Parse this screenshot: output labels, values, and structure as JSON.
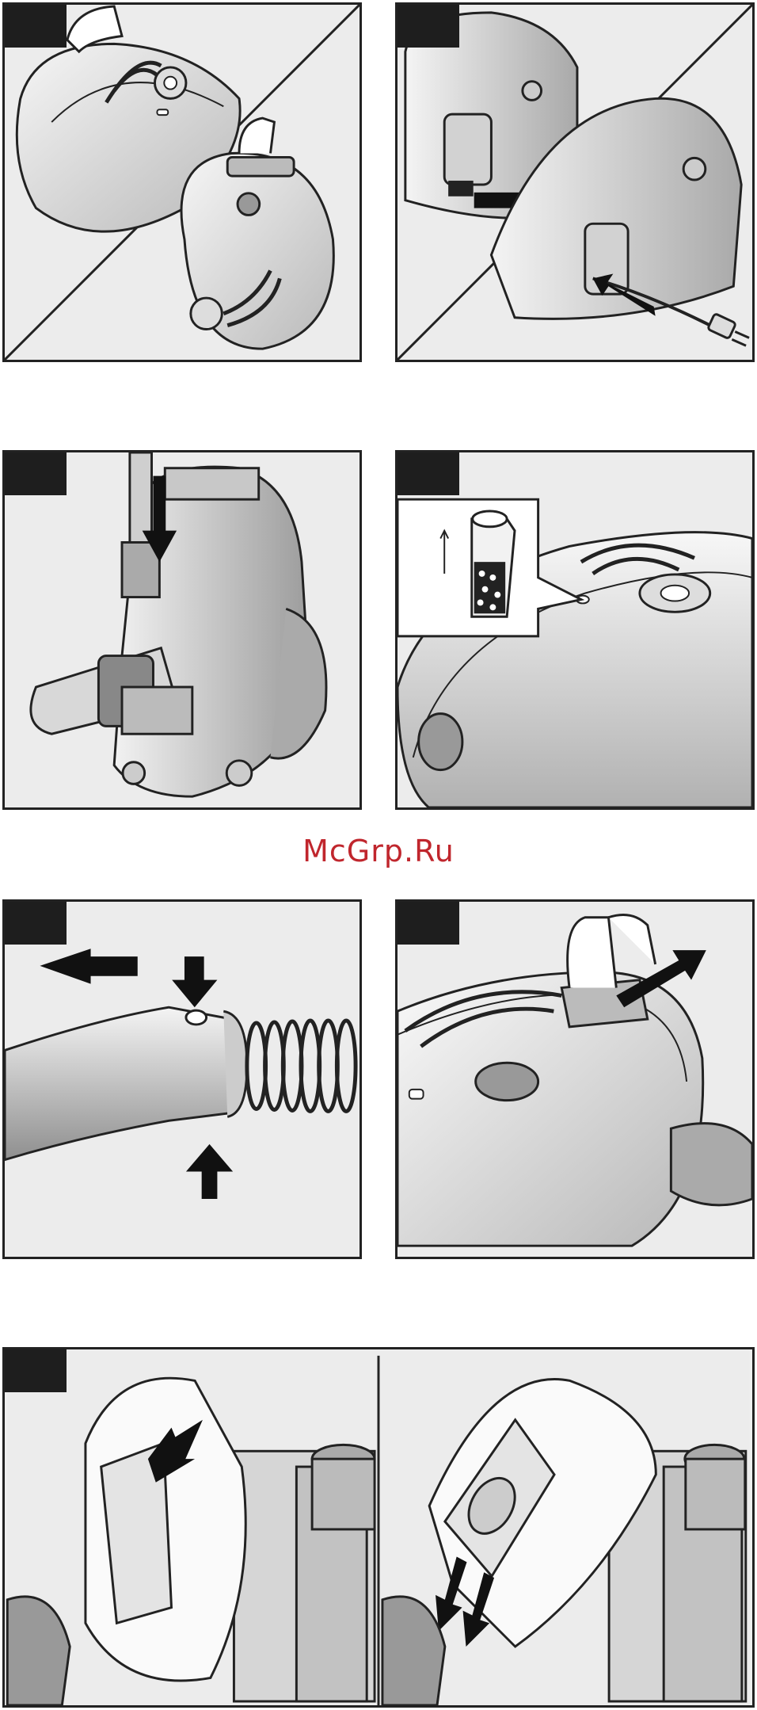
{
  "watermark": {
    "text": "McGrp.Ru",
    "color": "#c0262d"
  },
  "figures": [
    {
      "id": "p1",
      "content": "vacuum-carry-handles"
    },
    {
      "id": "p2",
      "content": "power-cord-plug"
    },
    {
      "id": "p3",
      "content": "nozzle-parking"
    },
    {
      "id": "p4",
      "content": "dust-bag-indicator"
    },
    {
      "id": "p5",
      "content": "hose-release"
    },
    {
      "id": "p6",
      "content": "lid-open"
    },
    {
      "id": "p7",
      "content": "dust-bag-replacement"
    }
  ],
  "colors": {
    "tab": "#1e1e1e",
    "outline": "#222222",
    "body": "#d9d9d9",
    "panel_bg": "#efefef"
  }
}
